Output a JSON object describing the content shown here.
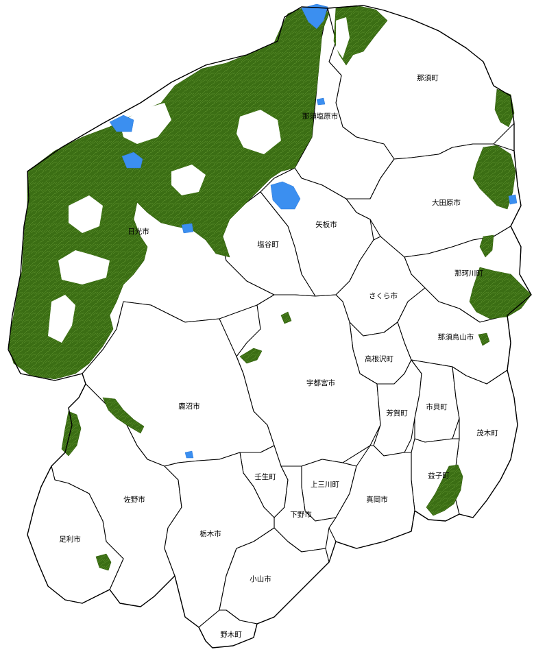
{
  "colors": {
    "forest": "#3b6e14",
    "water": "#3b8ff0",
    "boundary": "#000000",
    "background": "#ffffff"
  },
  "municipalities": [
    {
      "id": "nasu",
      "label": "那須町"
    },
    {
      "id": "nasushiobara",
      "label": "那須塩原市"
    },
    {
      "id": "otawara",
      "label": "大田原市"
    },
    {
      "id": "nikko",
      "label": "日光市"
    },
    {
      "id": "yaita",
      "label": "矢板市"
    },
    {
      "id": "shioya",
      "label": "塩谷町"
    },
    {
      "id": "nakagawa",
      "label": "那珂川町"
    },
    {
      "id": "sakura",
      "label": "さくら市"
    },
    {
      "id": "nasukarasuyama",
      "label": "那須烏山市"
    },
    {
      "id": "takanezawa",
      "label": "高根沢町"
    },
    {
      "id": "utsunomiya",
      "label": "宇都宮市"
    },
    {
      "id": "kanuma",
      "label": "鹿沼市"
    },
    {
      "id": "haga",
      "label": "芳賀町"
    },
    {
      "id": "ichikai",
      "label": "市貝町"
    },
    {
      "id": "motegi",
      "label": "茂木町"
    },
    {
      "id": "mibu",
      "label": "壬生町"
    },
    {
      "id": "kaminokawa",
      "label": "上三川町"
    },
    {
      "id": "mashiko",
      "label": "益子町"
    },
    {
      "id": "sano",
      "label": "佐野市"
    },
    {
      "id": "moka",
      "label": "真岡市"
    },
    {
      "id": "shimotsuke",
      "label": "下野市"
    },
    {
      "id": "ashikaga",
      "label": "足利市"
    },
    {
      "id": "tochigi",
      "label": "栃木市"
    },
    {
      "id": "oyama",
      "label": "小山市"
    },
    {
      "id": "nogi",
      "label": "野木町"
    }
  ]
}
